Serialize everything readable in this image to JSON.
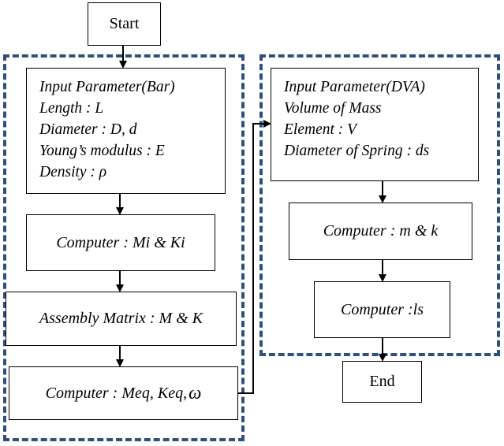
{
  "start": "Start",
  "end": "End",
  "bar_group": {
    "input_lines": [
      "Input Parameter(Bar)",
      "Length : L",
      "Diameter : D, d",
      "Young’s modulus : E",
      "Density : ρ"
    ],
    "compute_mk": "Computer : Mi & Ki",
    "assembly": "Assembly Matrix : M & K",
    "compute_eq": "Computer : Meq, Keq,",
    "omega": "ω"
  },
  "dva_group": {
    "input_lines": [
      "Input Parameter(DVA)",
      "Volume of Mass",
      "Element : V",
      "Diameter of Spring : ds"
    ],
    "compute_mk": "Computer : m & k",
    "compute_ls": "Computer :ls"
  },
  "colors": {
    "group_border": "#2f4f7f",
    "box_border": "#000000"
  }
}
